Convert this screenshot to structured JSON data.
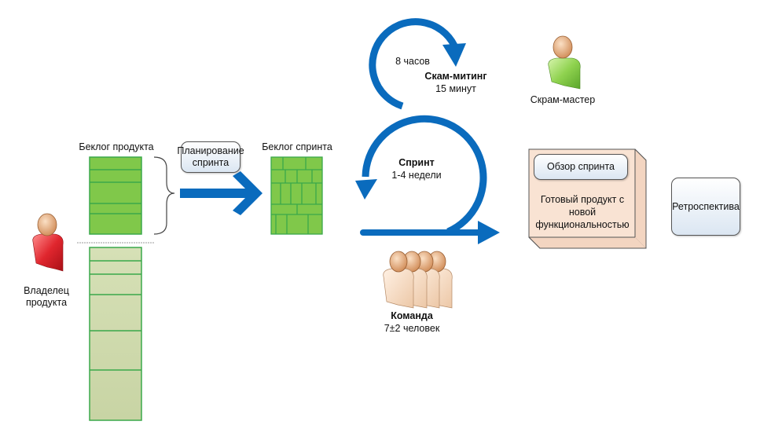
{
  "diagram": {
    "title_elements": {
      "product_backlog": "Беклог продукта",
      "sprint_planning": "Планирование спринта",
      "sprint_backlog": "Беклог спринта",
      "product_owner": "Владелец продукта",
      "daily_hours": "8 часов",
      "scrum_meeting": "Скам-митинг",
      "scrum_meeting_duration": "15 минут",
      "sprint": "Спринт",
      "sprint_duration": "1-4 недели",
      "scrum_master": "Скрам-мастер",
      "team": "Команда",
      "team_size": "7±2 человек",
      "sprint_review": "Обзор спринта",
      "product_increment": "Готовый продукт с новой функциональностью",
      "retrospective": "Ретроспектива"
    },
    "colors": {
      "arrow_blue": "#0a6bbd",
      "backlog_green": "#7dc84a",
      "backlog_border": "#3aa84a",
      "future_backlog": "#cdd8ad",
      "owner_red": "#e0262e",
      "master_green": "#8fd24f",
      "team_skin": "#f6dcc5",
      "increment_box": "#f9e3d3"
    },
    "icons": {
      "product_owner": "person-icon",
      "scrum_master": "person-icon",
      "team": "people-group-icon"
    }
  }
}
